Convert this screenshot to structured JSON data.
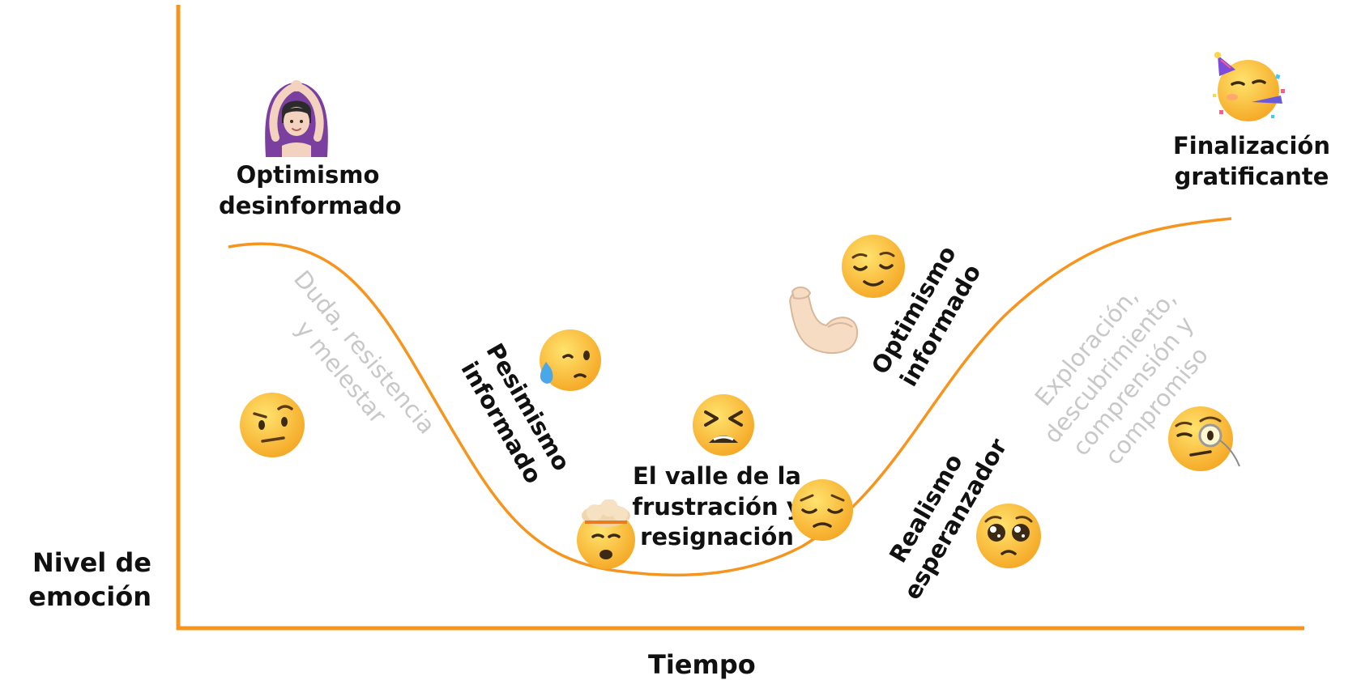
{
  "axes": {
    "y_label": [
      "Nivel de",
      "emoción"
    ],
    "x_label": "Tiempo",
    "color": "#f7941d"
  },
  "stages": {
    "optimismo_desinformado": [
      "Optimismo",
      "desinformado"
    ],
    "duda": [
      "Duda, resistencia",
      "y melestar"
    ],
    "pesimismo_informado": [
      "Pesimismo",
      "informado"
    ],
    "valle": [
      "El valle de la",
      "frustración y",
      "resignación"
    ],
    "optimismo_informado": [
      "Optimismo",
      "informado"
    ],
    "realismo": [
      "Realismo",
      "esperanzador"
    ],
    "exploracion": [
      "Exploración,",
      "descubrimiento,",
      "comprensión y",
      "compromiso"
    ],
    "finalizacion": [
      "Finalización",
      "gratificante"
    ]
  },
  "emojis": {
    "optimismo_desinformado": "person-hands-over-head-icon",
    "duda": "raised-eyebrow-face-icon",
    "pesimismo_informado": "sad-sweat-face-icon",
    "exploding_head": "exploding-head-icon",
    "valle": "tired-face-icon",
    "pensive": "pensive-face-icon",
    "optimismo_informado": "relieved-face-icon",
    "flexed_arm": "flexed-biceps-icon",
    "realismo": "pleading-face-icon",
    "exploracion": "monocle-face-icon",
    "finalizacion": "partying-face-icon"
  }
}
